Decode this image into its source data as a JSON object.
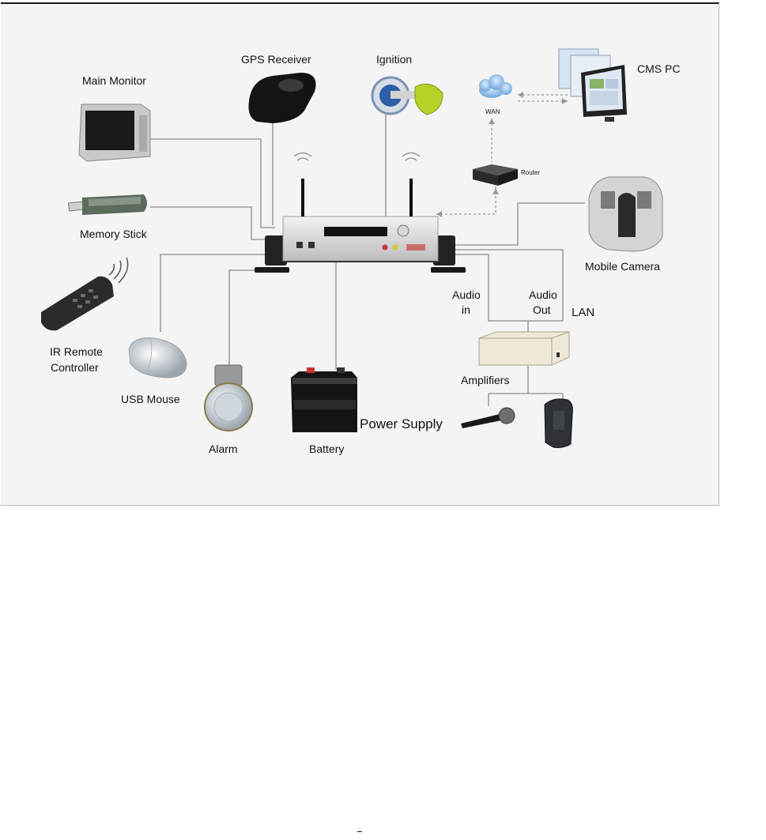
{
  "labels": {
    "main_monitor": "Main Monitor",
    "gps_receiver": "GPS Receiver",
    "ignition": "Ignition",
    "wan": "WAN",
    "cms_pc": "CMS PC",
    "router": "Router",
    "memory_stick": "Memory Stick",
    "mobile_camera": "Mobile Camera",
    "ir_remote_line1": "IR Remote",
    "ir_remote_line2": "Controller",
    "usb_mouse": "USB Mouse",
    "alarm": "Alarm",
    "battery": "Battery",
    "power_supply": "Power Supply",
    "audio_in_line1": "Audio",
    "audio_in_line2": "in",
    "audio_out_line1": "Audio",
    "audio_out_line2": "Out",
    "lan": "LAN",
    "amplifiers": "Amplifiers"
  },
  "colors": {
    "background": "#f4f4f4",
    "line": "#8a8a8a",
    "dashed_line": "#9a9a9a",
    "ignition_key": "#b5d326",
    "wan_cloud": "#7fb3e8"
  }
}
